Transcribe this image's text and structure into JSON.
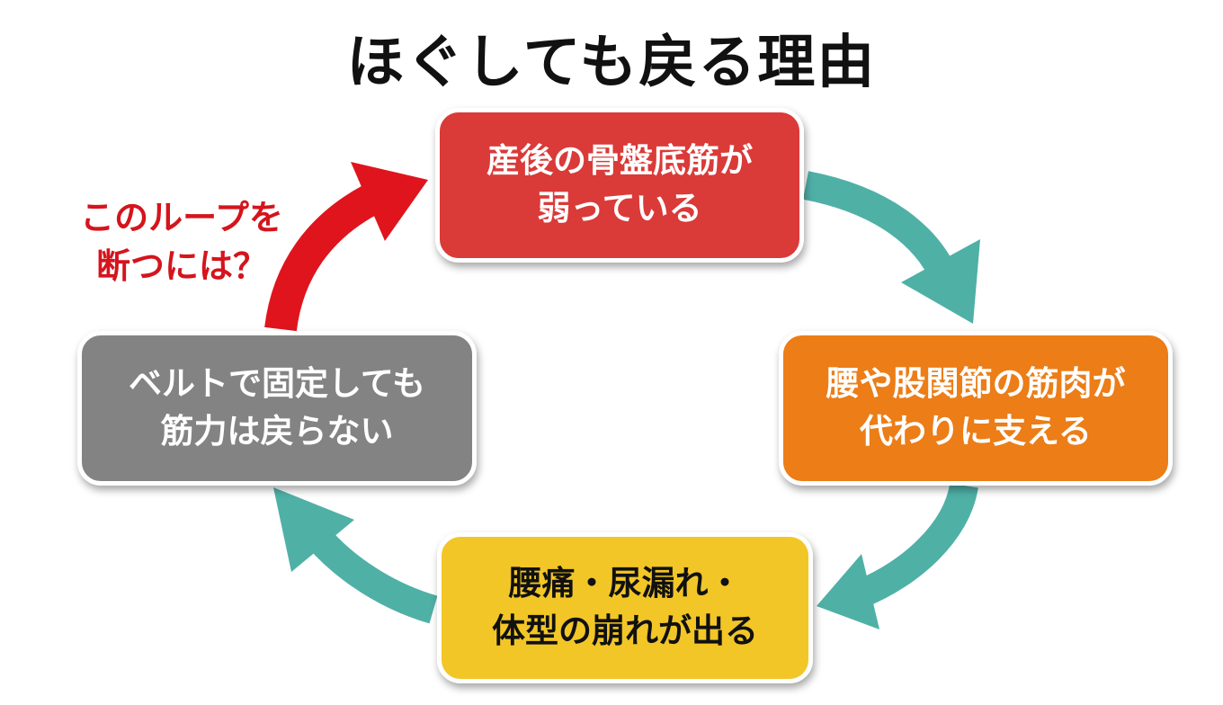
{
  "title": "ほぐしても戻る理由",
  "colors": {
    "cycle_arrow": "#4fb0a6",
    "highlight_arrow": "#e0141d",
    "question_text": "#d5141c",
    "box_top": "#da3a38",
    "box_right": "#ec7d17",
    "box_bottom": "#f2c626",
    "box_left": "#838383"
  },
  "cycle": [
    {
      "id": "top",
      "lines": [
        "産後の骨盤底筋が",
        "弱っている"
      ]
    },
    {
      "id": "right",
      "lines": [
        "腰や股関節の筋肉が",
        "代わりに支える"
      ]
    },
    {
      "id": "bottom",
      "lines": [
        "腰痛・尿漏れ・",
        "体型の崩れが出る"
      ]
    },
    {
      "id": "left",
      "lines": [
        "ベルトで固定しても",
        "筋力は戻らない"
      ]
    }
  ],
  "callout": {
    "lines": [
      "このループを",
      "断つには？"
    ]
  }
}
